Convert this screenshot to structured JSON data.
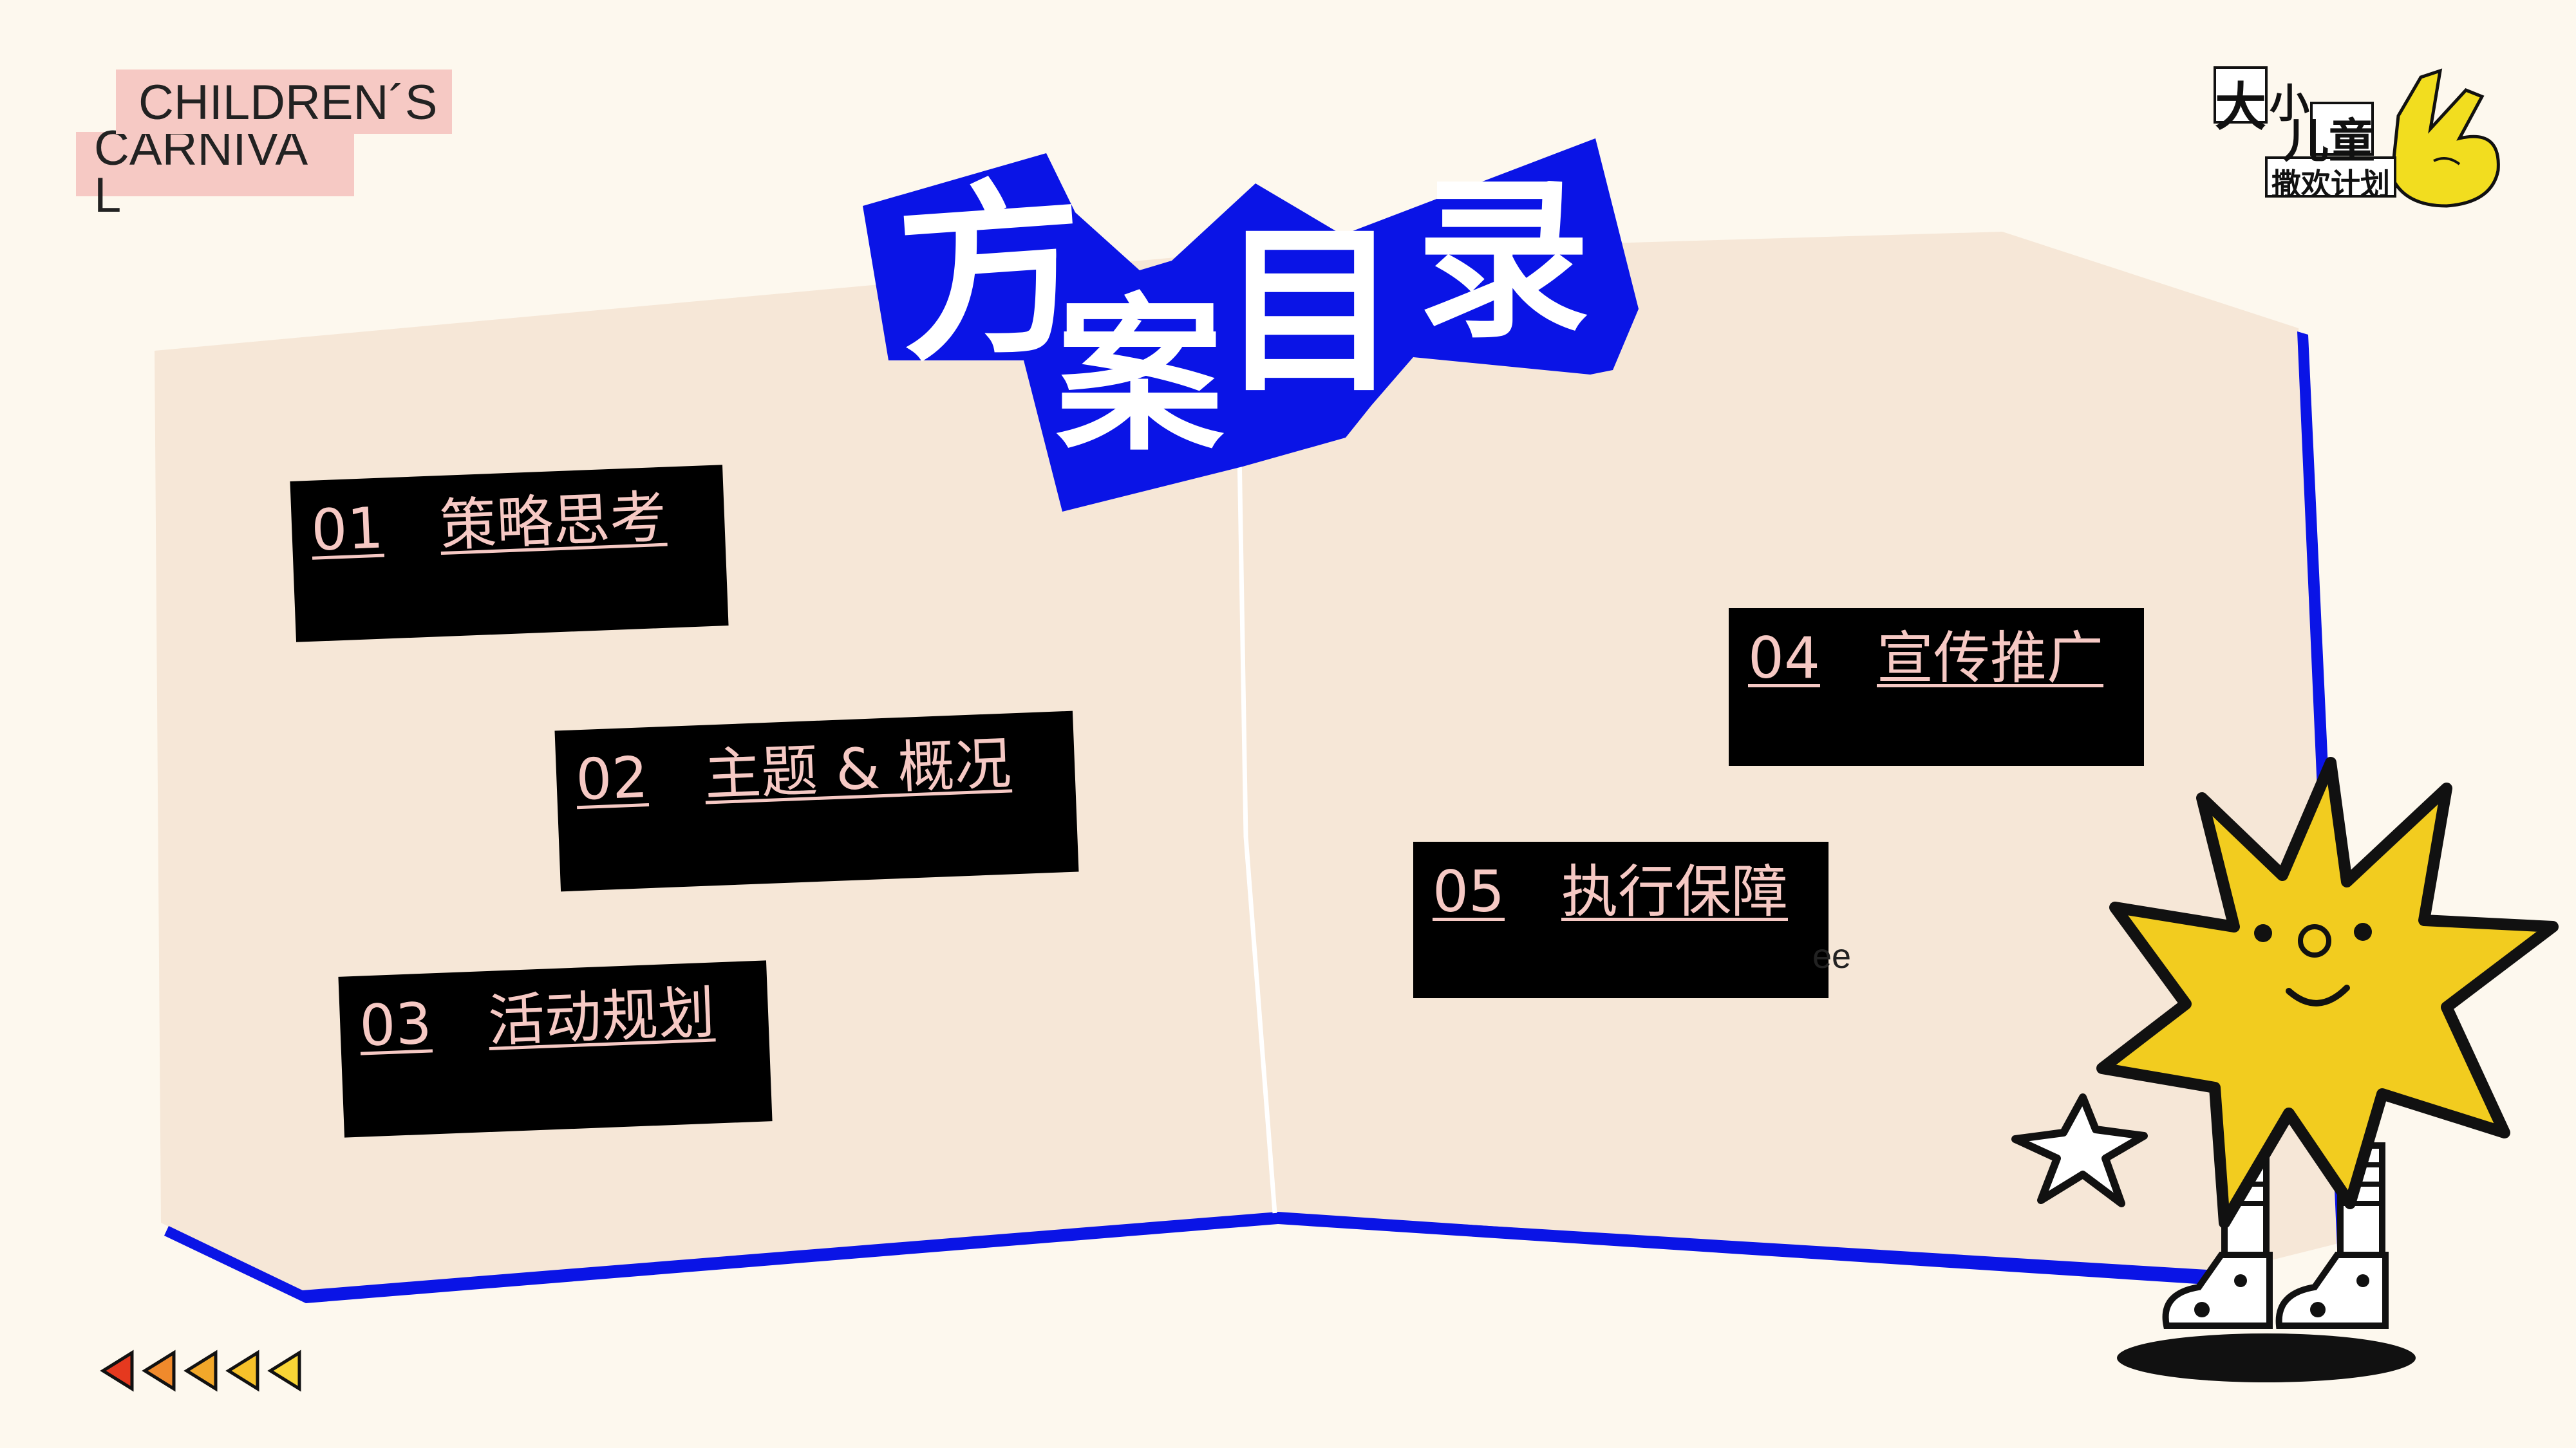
{
  "corner_tag": {
    "line1": "CHILDREN´S",
    "line2": "CARNIVA",
    "line3": "L"
  },
  "title": [
    "方",
    "案",
    "目",
    "录"
  ],
  "logo": {
    "line1": "大",
    "line2": "小",
    "line3": "儿童",
    "line4": "撒欢计划"
  },
  "toc": [
    {
      "num": "01",
      "label": "策略思考"
    },
    {
      "num": "02",
      "label": "主题 & 概况"
    },
    {
      "num": "03",
      "label": "活动规划"
    },
    {
      "num": "04",
      "label": "宣传推广"
    },
    {
      "num": "05",
      "label": "执行保障"
    }
  ],
  "stray_text": "ee",
  "colors": {
    "blue": "#0a14e6",
    "paper": "#f6e7d7",
    "pink": "#f6c9c4",
    "yellow": "#f2cc1f",
    "bg": "#fdf8ee"
  }
}
